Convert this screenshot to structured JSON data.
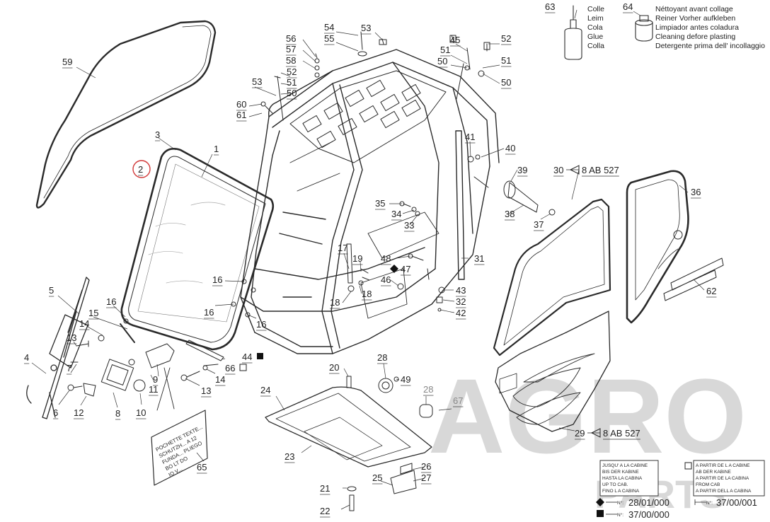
{
  "glue_legend": {
    "glue_number": "63",
    "glue_text": [
      "Colle",
      "Leim",
      "Cola",
      "Glue",
      "Colla"
    ],
    "cleaner_number": "64",
    "cleaner_text": [
      "Néttoyant avant collage",
      "Reiner   Vorher aufkleben",
      "Limpiador antes coladura",
      "Cleaning defore plasting",
      "Detergente prima dell' incollaggio"
    ]
  },
  "references": [
    {
      "number": "30",
      "ref": "8 AB 527"
    },
    {
      "number": "29",
      "ref": "8 AB 527"
    }
  ],
  "labels": [
    {
      "id": "59",
      "text": "59"
    },
    {
      "id": "3",
      "text": "3"
    },
    {
      "id": "1",
      "text": "1"
    },
    {
      "id": "2",
      "text": "2"
    },
    {
      "id": "5",
      "text": "5"
    },
    {
      "id": "4",
      "text": "4"
    },
    {
      "id": "15",
      "text": "15"
    },
    {
      "id": "16a",
      "text": "16"
    },
    {
      "id": "14a",
      "text": "14"
    },
    {
      "id": "13a",
      "text": "13"
    },
    {
      "id": "7",
      "text": "7"
    },
    {
      "id": "6",
      "text": "6"
    },
    {
      "id": "12",
      "text": "12"
    },
    {
      "id": "8",
      "text": "8"
    },
    {
      "id": "10",
      "text": "10"
    },
    {
      "id": "11",
      "text": "11"
    },
    {
      "id": "9",
      "text": "9"
    },
    {
      "id": "13b",
      "text": "13"
    },
    {
      "id": "14b",
      "text": "14"
    },
    {
      "id": "66",
      "text": "66"
    },
    {
      "id": "44",
      "text": "44"
    },
    {
      "id": "16b",
      "text": "16"
    },
    {
      "id": "16c",
      "text": "16"
    },
    {
      "id": "16d",
      "text": "16"
    },
    {
      "id": "65",
      "text": "65"
    },
    {
      "id": "56",
      "text": "56"
    },
    {
      "id": "57",
      "text": "57"
    },
    {
      "id": "58",
      "text": "58"
    },
    {
      "id": "53a",
      "text": "53"
    },
    {
      "id": "52a",
      "text": "52"
    },
    {
      "id": "51a",
      "text": "51"
    },
    {
      "id": "50a",
      "text": "50"
    },
    {
      "id": "60",
      "text": "60"
    },
    {
      "id": "61",
      "text": "61"
    },
    {
      "id": "54",
      "text": "54"
    },
    {
      "id": "55",
      "text": "55"
    },
    {
      "id": "53b",
      "text": "53"
    },
    {
      "id": "45",
      "text": "45"
    },
    {
      "id": "51b",
      "text": "51"
    },
    {
      "id": "50b",
      "text": "50"
    },
    {
      "id": "52b",
      "text": "52"
    },
    {
      "id": "51c",
      "text": "51"
    },
    {
      "id": "50c",
      "text": "50"
    },
    {
      "id": "41",
      "text": "41"
    },
    {
      "id": "40",
      "text": "40"
    },
    {
      "id": "39",
      "text": "39"
    },
    {
      "id": "38",
      "text": "38"
    },
    {
      "id": "37",
      "text": "37"
    },
    {
      "id": "35",
      "text": "35"
    },
    {
      "id": "34",
      "text": "34"
    },
    {
      "id": "33",
      "text": "33"
    },
    {
      "id": "17",
      "text": "17"
    },
    {
      "id": "19",
      "text": "19"
    },
    {
      "id": "48",
      "text": "48"
    },
    {
      "id": "47",
      "text": "47"
    },
    {
      "id": "31",
      "text": "31"
    },
    {
      "id": "46",
      "text": "46"
    },
    {
      "id": "43",
      "text": "43"
    },
    {
      "id": "32",
      "text": "32"
    },
    {
      "id": "42",
      "text": "42"
    },
    {
      "id": "18a",
      "text": "18"
    },
    {
      "id": "18b",
      "text": "18"
    },
    {
      "id": "36",
      "text": "36"
    },
    {
      "id": "62",
      "text": "62"
    },
    {
      "id": "20",
      "text": "20"
    },
    {
      "id": "28a",
      "text": "28"
    },
    {
      "id": "49",
      "text": "49"
    },
    {
      "id": "28b",
      "text": "28"
    },
    {
      "id": "67",
      "text": "67"
    },
    {
      "id": "24",
      "text": "24"
    },
    {
      "id": "23",
      "text": "23"
    },
    {
      "id": "26",
      "text": "26"
    },
    {
      "id": "27",
      "text": "27"
    },
    {
      "id": "25",
      "text": "25"
    },
    {
      "id": "21",
      "text": "21"
    },
    {
      "id": "22",
      "text": "22"
    }
  ],
  "label_65_text": [
    "POCHETTE  TEXTE...",
    "SCHUTZH... A 12",
    "FUNDA... PLIEGO",
    "BO LT DO",
    "IO V..."
  ],
  "serial_notes": {
    "left_box": [
      "JUSQU'  A LA CABINE",
      "BIS DER KABINE",
      "HASTA LA CABINA",
      "UP TO CAB.",
      "FINO L  A CABINA"
    ],
    "right_box": [
      "A PARTIR DE L  A CABINE",
      "AB DER KABINE",
      "A PARTIR DE LA CABINA",
      "FROM CAB",
      "A PARTIR DELL  A CABINA"
    ],
    "diamond_prefix": "N°:",
    "diamond_value": "28/01/000",
    "square_prefix": "N°:",
    "square_value": "37/00/000",
    "open_square_prefix": "N°:",
    "open_square_value": "37/00/001"
  },
  "watermark": {
    "main": "AGRO",
    "sub": "PARTS"
  }
}
